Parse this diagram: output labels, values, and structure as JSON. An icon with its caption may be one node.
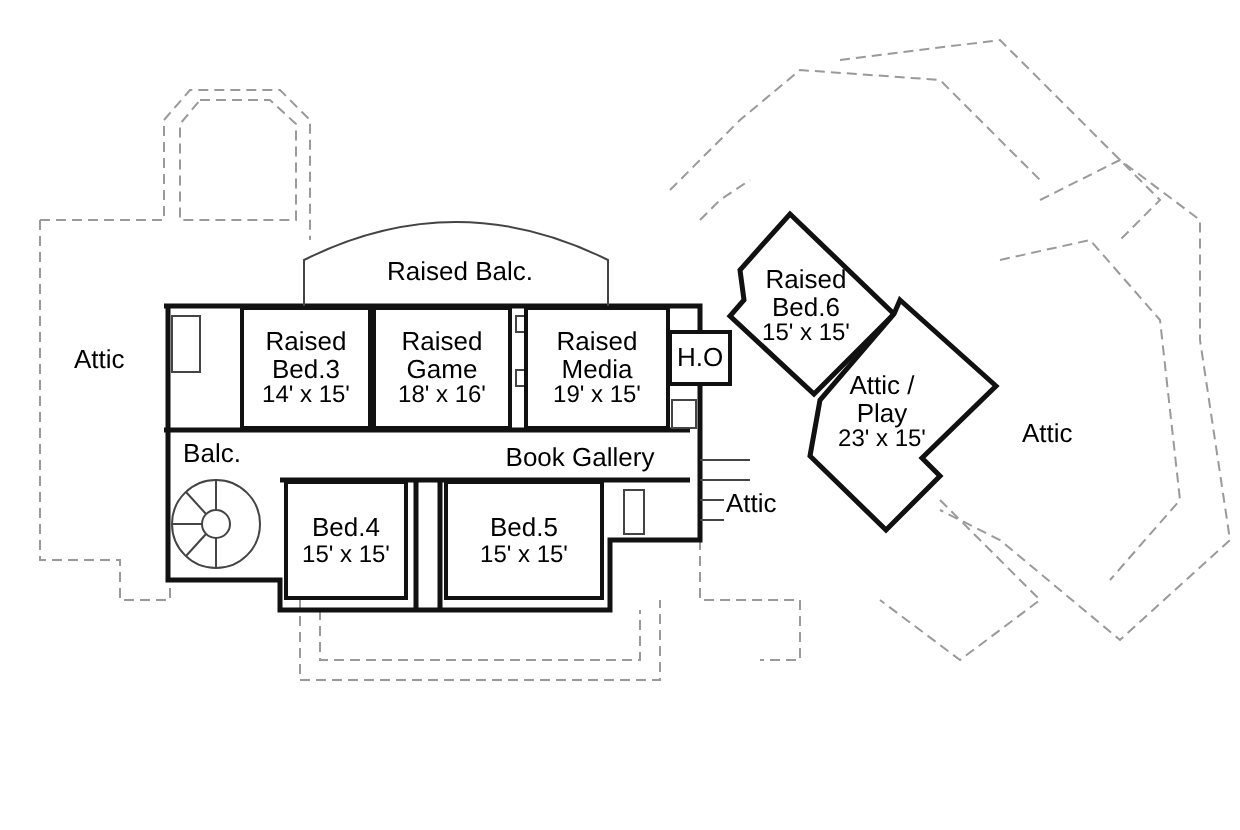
{
  "diagram": {
    "nodes": [
      {
        "text": [
          "Raised Balc."
        ]
      },
      {
        "text": [
          "Raised Bed.3",
          "14' x 15'"
        ]
      },
      {
        "text": [
          "Raised Game",
          "18' x 16'"
        ]
      },
      {
        "text": [
          "Raised Media",
          "19' x 15'"
        ]
      },
      {
        "text": [
          "H.O"
        ]
      },
      {
        "text": [
          "Raised Bed.6",
          "15' x 15'"
        ]
      },
      {
        "text": [
          "Attic / Play",
          "23' x 15'"
        ]
      },
      {
        "text": [
          "Balc."
        ]
      },
      {
        "text": [
          "Book Gallery"
        ]
      },
      {
        "text": [
          "Bed.4",
          "15' x 15'"
        ]
      },
      {
        "text": [
          "Bed.5",
          "15' x 15'"
        ]
      }
    ],
    "labels": [
      "Attic",
      "Attic",
      "Attic"
    ]
  }
}
